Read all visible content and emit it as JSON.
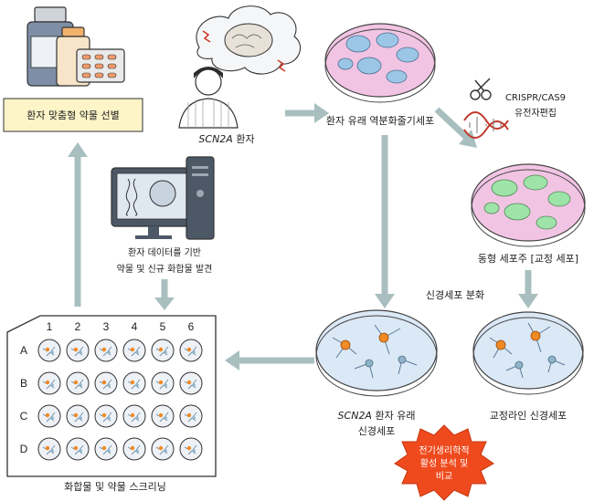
{
  "labels": {
    "drug_selection": "환자 맞춤형 약물 선별",
    "patient_gene": "SCN2A",
    "patient_word": " 환자",
    "ipsc": "환자 유래 역분화줄기세포",
    "crispr_line1": "CRISPR/CAS9",
    "crispr_line2": "유전자편집",
    "isogenic": "동형 세포주 [교정 세포]",
    "neuron_diff": "신경세포 분화",
    "data_line1": "환자 데이터를 기반",
    "data_line2": "약물 및 신규 화합물 발견",
    "patient_neuron_gene": "SCN2A",
    "patient_neuron_rest": " 환자 유래",
    "patient_neuron_line2": "신경세포",
    "corrected_neuron": "교정라인 신경세포",
    "screening": "화합물 및 약물 스크리닝",
    "burst_line1": "전기생리학적",
    "burst_line2": "활성 분석 및",
    "burst_line3": "비교"
  },
  "plate": {
    "columns": [
      "1",
      "2",
      "3",
      "4",
      "5",
      "6"
    ],
    "rows": [
      "A",
      "B",
      "C",
      "D"
    ]
  },
  "colors": {
    "arrow": "#a9bfbf",
    "label_box": "#fdf4c8",
    "burst": "#ef4a1e",
    "ipsc_cells": "#9cc6e6",
    "corrected_cells": "#9ee3a8",
    "dish_pink": "#f2c4e4",
    "dish_blue": "#dbe8f6"
  }
}
